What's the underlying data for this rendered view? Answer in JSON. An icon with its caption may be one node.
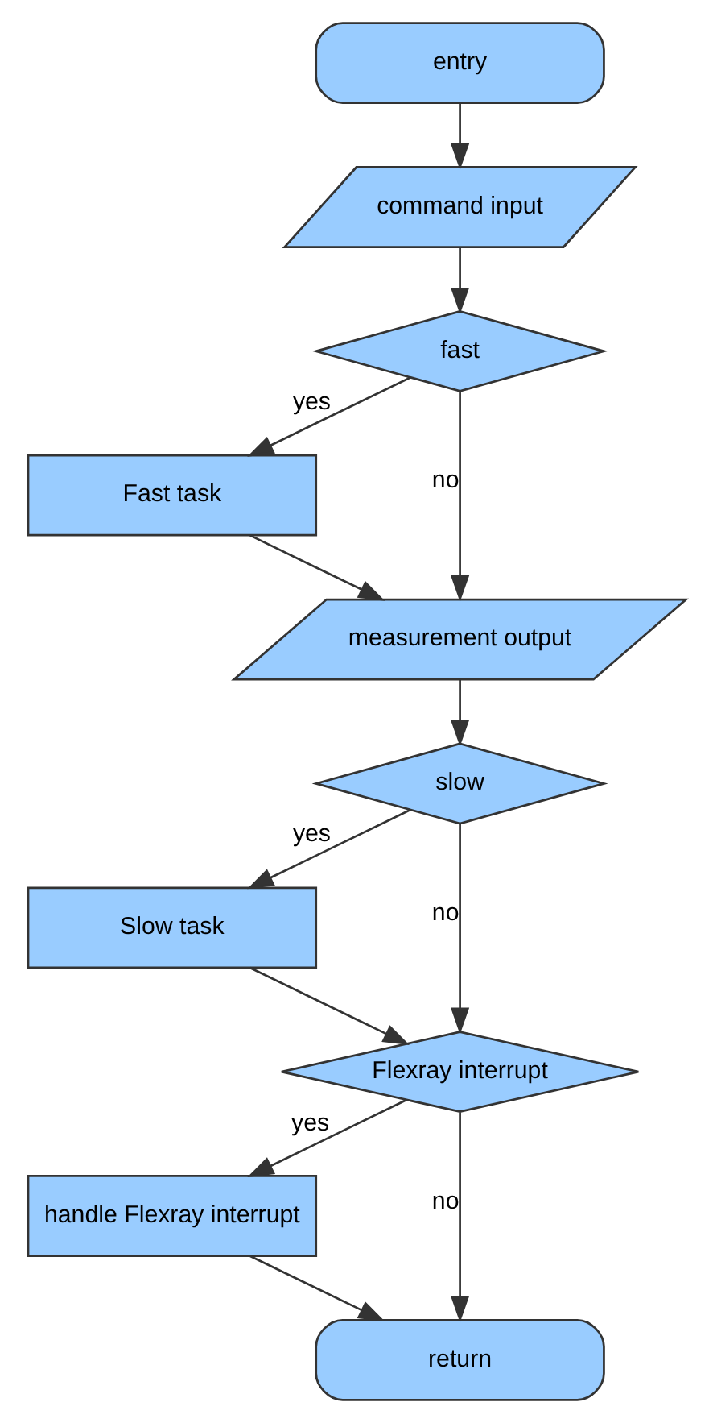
{
  "diagram": {
    "nodes": [
      {
        "text": [
          "entry"
        ]
      },
      {
        "text": [
          "command input"
        ]
      },
      {
        "text": [
          "fast"
        ]
      },
      {
        "text": [
          "Fast task"
        ]
      },
      {
        "text": [
          "measurement output"
        ]
      },
      {
        "text": [
          "slow"
        ]
      },
      {
        "text": [
          "Slow task"
        ]
      },
      {
        "text": [
          "Flexray interrupt"
        ]
      },
      {
        "text": [
          "handle Flexray interrupt"
        ]
      },
      {
        "text": [
          "return"
        ]
      }
    ],
    "edges": [
      {
        "from": 0,
        "to": 1,
        "arrow": "to"
      },
      {
        "from": 1,
        "to": 2,
        "arrow": "to"
      },
      {
        "from": 2,
        "to": 3,
        "arrow": "to",
        "label": "yes"
      },
      {
        "from": 2,
        "to": 4,
        "arrow": "to",
        "label": "no"
      },
      {
        "from": 3,
        "to": 4,
        "arrow": "to"
      },
      {
        "from": 4,
        "to": 5,
        "arrow": "to"
      },
      {
        "from": 5,
        "to": 6,
        "arrow": "to",
        "label": "yes"
      },
      {
        "from": 5,
        "to": 7,
        "arrow": "to",
        "label": "no"
      },
      {
        "from": 6,
        "to": 7,
        "arrow": "to"
      },
      {
        "from": 7,
        "to": 8,
        "arrow": "to",
        "label": "yes"
      },
      {
        "from": 7,
        "to": 9,
        "arrow": "to",
        "label": "no"
      },
      {
        "from": 8,
        "to": 9,
        "arrow": "to"
      }
    ]
  }
}
